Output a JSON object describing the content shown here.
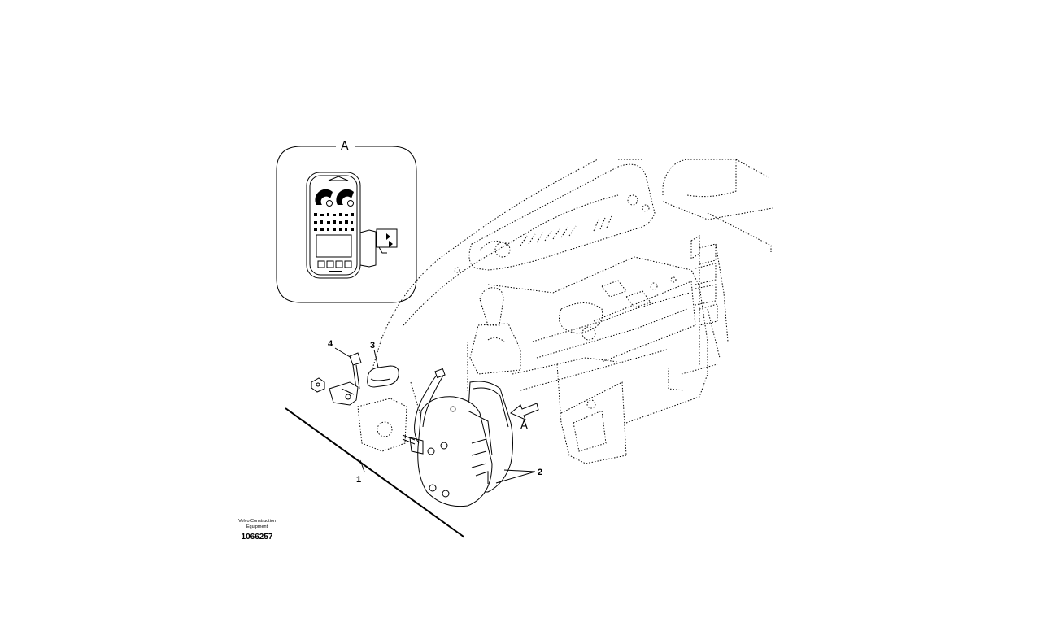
{
  "detail": {
    "label": "A"
  },
  "view_arrow": {
    "label": "A"
  },
  "callouts": {
    "c1": "1",
    "c2": "2",
    "c3": "3",
    "c4": "4"
  },
  "credit": {
    "line1": "Volvo Construction",
    "line2": "Equipment"
  },
  "drawing_number": "1066257"
}
